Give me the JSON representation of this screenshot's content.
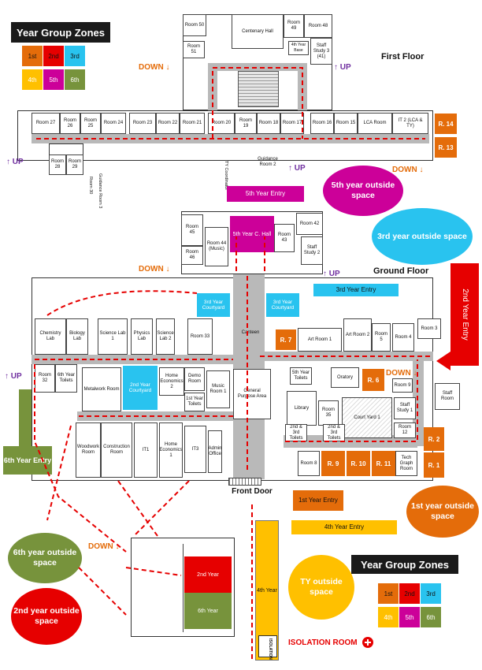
{
  "legend": {
    "title": "Year Group Zones",
    "cells": [
      {
        "label": "1st",
        "color": "#e46c0a"
      },
      {
        "label": "2nd",
        "color": "#e60000"
      },
      {
        "label": "3rd",
        "color": "#29c3ef"
      },
      {
        "label": "4th",
        "color": "#ffc000"
      },
      {
        "label": "5th",
        "color": "#cc0099"
      },
      {
        "label": "6th",
        "color": "#77933c"
      }
    ]
  },
  "floors": {
    "first": "First Floor",
    "ground": "Ground Floor"
  },
  "stairs": {
    "down": "DOWN",
    "up": "UP"
  },
  "first_floor": {
    "top_rooms": [
      "Room 50",
      "Room 51",
      "Centenary Hall",
      "Room 49",
      "Room 48",
      "4th Year Base",
      "Staff Study 3 (41)"
    ],
    "corridor_rooms": [
      "Room 27",
      "Room 26",
      "Room 25",
      "Room 24",
      "Room 23",
      "Room 22",
      "Room 21",
      "Room 20",
      "Room 19",
      "Room 18",
      "Room 17",
      "Room 16",
      "Room 15",
      "LCA Room",
      "IT 2 (LCA & TY)"
    ],
    "lower_rooms": [
      "Room 28",
      "Room 29"
    ],
    "side_labels": [
      "Room 30",
      "Guidance Room 3",
      "TY Coordinator",
      "Guidance Room 2"
    ],
    "zone_rooms": [
      "R. 14",
      "R. 13"
    ]
  },
  "ground_floor": {
    "top_block": [
      "Room 45",
      "Room 46",
      "Room 44 (Music)",
      "5th Year C. Hall",
      "Room 43",
      "Room 42",
      "Staff Study 2"
    ],
    "courtyards": [
      "3rd Year Courtyard",
      "3rd Year Courtyard",
      "2nd Year Courtyard"
    ],
    "west_rooms": [
      "Chemistry Lab",
      "Biology Lab",
      "Science Lab 1",
      "Physics Lab",
      "Science Lab 2",
      "Room 33",
      "Room 32",
      "6th Year Toilets",
      "Metalwork Room",
      "Home Economics 2",
      "Demo Room",
      "1st Year Toilets",
      "Music Room 1",
      "Woodwork Room",
      "Construction Room",
      "IT1",
      "Home Economics 1",
      "IT3",
      "Admin Office",
      "Canteen",
      "General Purpose Area"
    ],
    "east_rooms": [
      "Art Room 1",
      "Art Room 2",
      "Room 5",
      "Room 4",
      "Room 3",
      "5th Year Toilets",
      "Oratory",
      "Room 9",
      "Library",
      "Room 35",
      "Court Yard 1",
      "Staff Study 1",
      "Staff Room",
      "2nd & 3rd Toilets",
      "2nd & 3rd Toilets",
      "Room 12",
      "Room 8",
      "Tech Graph Room"
    ],
    "zone_rooms": [
      "R. 7",
      "R. 6",
      "R. 2",
      "R. 1",
      "R. 9",
      "R. 10",
      "R. 11"
    ],
    "front_door": "Front Door"
  },
  "entries": {
    "fifth": "5th Year Entry",
    "third": "3rd Year Entry",
    "second": "2nd Year Entry",
    "sixth": "6th Year Entry",
    "first": "1st Year Entry",
    "fourth": "4th Year Entry"
  },
  "outside": {
    "fifth": "5th year outside space",
    "third": "3rd year outside space",
    "first": "1st year outside space",
    "sixth": "6th year outside space",
    "second": "2nd year outside space",
    "ty": "TY outside space"
  },
  "annex": {
    "second": "2nd Year",
    "sixth": "6th Year",
    "fourth": "4th Year",
    "isolation": "ISOLATION"
  },
  "isolation_label": "ISOLATION ROOM"
}
